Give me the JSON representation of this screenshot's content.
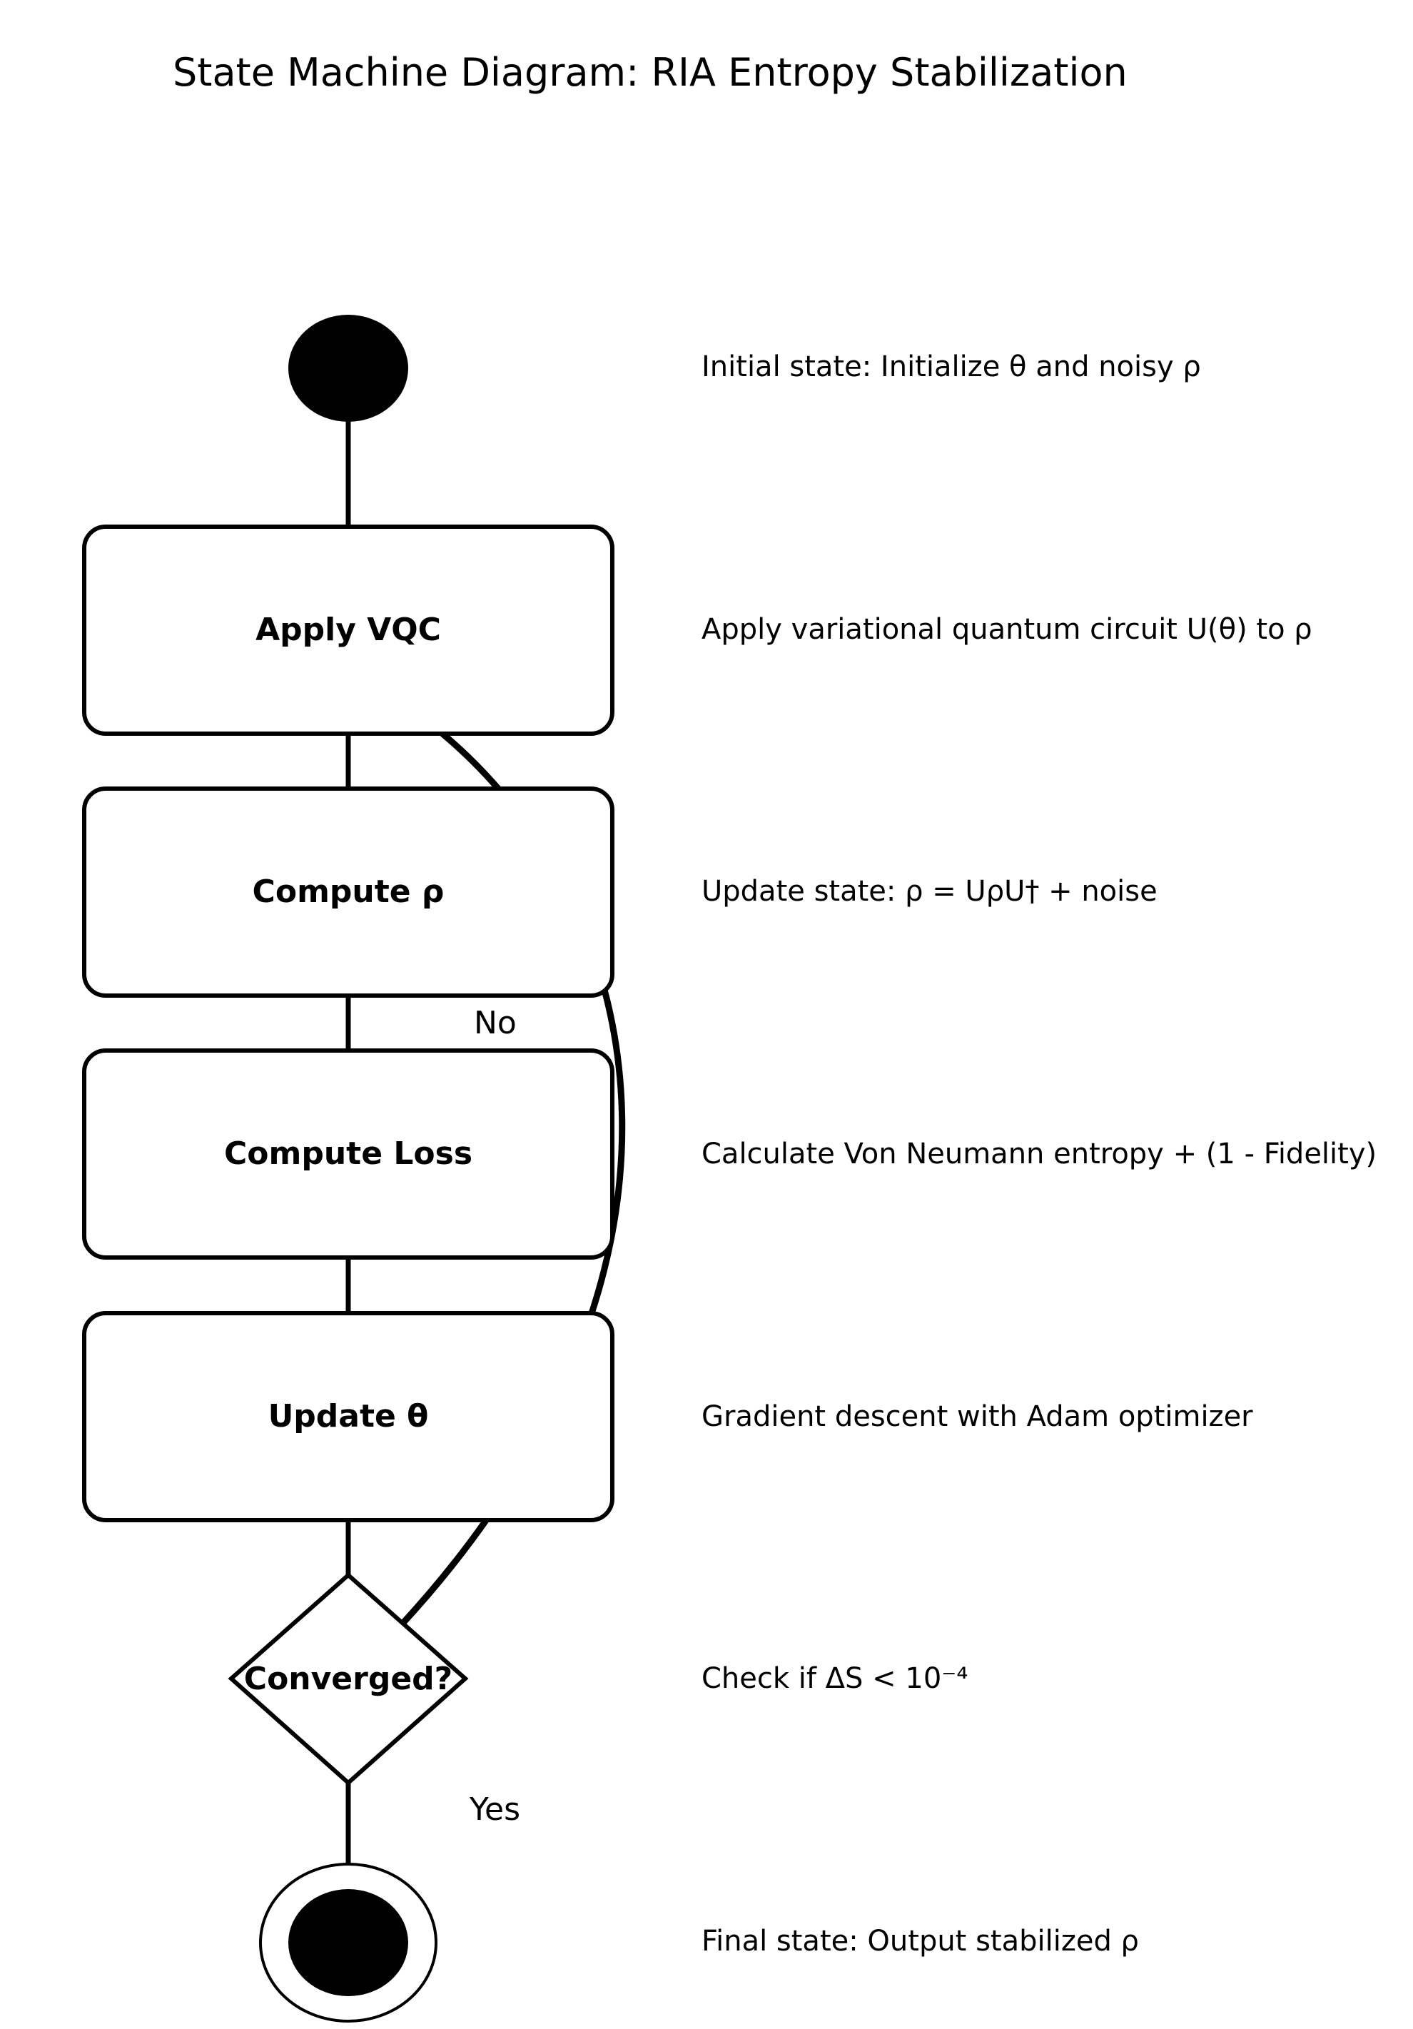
{
  "title": "State Machine Diagram: RIA Entropy Stabilization",
  "states": {
    "apply_vqc": "Apply VQC",
    "compute_rho": "Compute ρ",
    "compute_loss": "Compute Loss",
    "update_theta": "Update θ",
    "converged": "Converged?"
  },
  "edges": {
    "no": "No",
    "yes": "Yes"
  },
  "notes": {
    "initial": "Initial state: Initialize θ and noisy ρ",
    "apply_vqc": "Apply variational quantum circuit U(θ) to ρ",
    "compute_rho": "Update state: ρ = UρU† + noise",
    "compute_loss": "Calculate Von Neumann entropy + (1 - Fidelity)",
    "update_theta": "Gradient descent with Adam optimizer",
    "converged": "Check if ΔS < 10⁻⁴",
    "final": "Final state: Output stabilized ρ"
  }
}
